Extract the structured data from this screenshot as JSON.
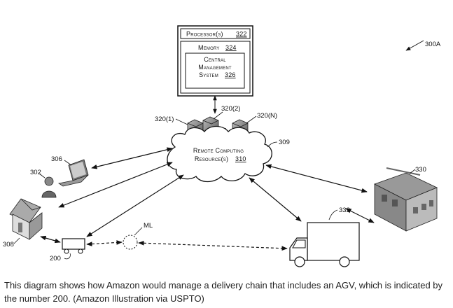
{
  "diagram": {
    "figure_label": "300A",
    "processor_label": "Processor(s)",
    "processor_ref": "322",
    "memory_label": "Memory",
    "memory_ref": "324",
    "cms_line1": "Central",
    "cms_line2": "Management",
    "cms_line3": "System",
    "cms_ref": "326",
    "server_1": "320(1)",
    "server_2": "320(2)",
    "server_n": "320(N)",
    "cloud_line1": "Remote Computing",
    "cloud_line2": "Resource(s)",
    "cloud_ref": "310",
    "cloud_callout": "309",
    "laptop_ref": "306",
    "user_ref": "302",
    "house_ref": "308",
    "agv_ref": "200",
    "ml_label": "ML",
    "truck_ref": "332",
    "warehouse_ref": "330"
  },
  "caption": "This diagram shows how Amazon would manage a delivery chain that includes an AGV, which is indicated by the number 200. (Amazon Illustration via USPTO)"
}
